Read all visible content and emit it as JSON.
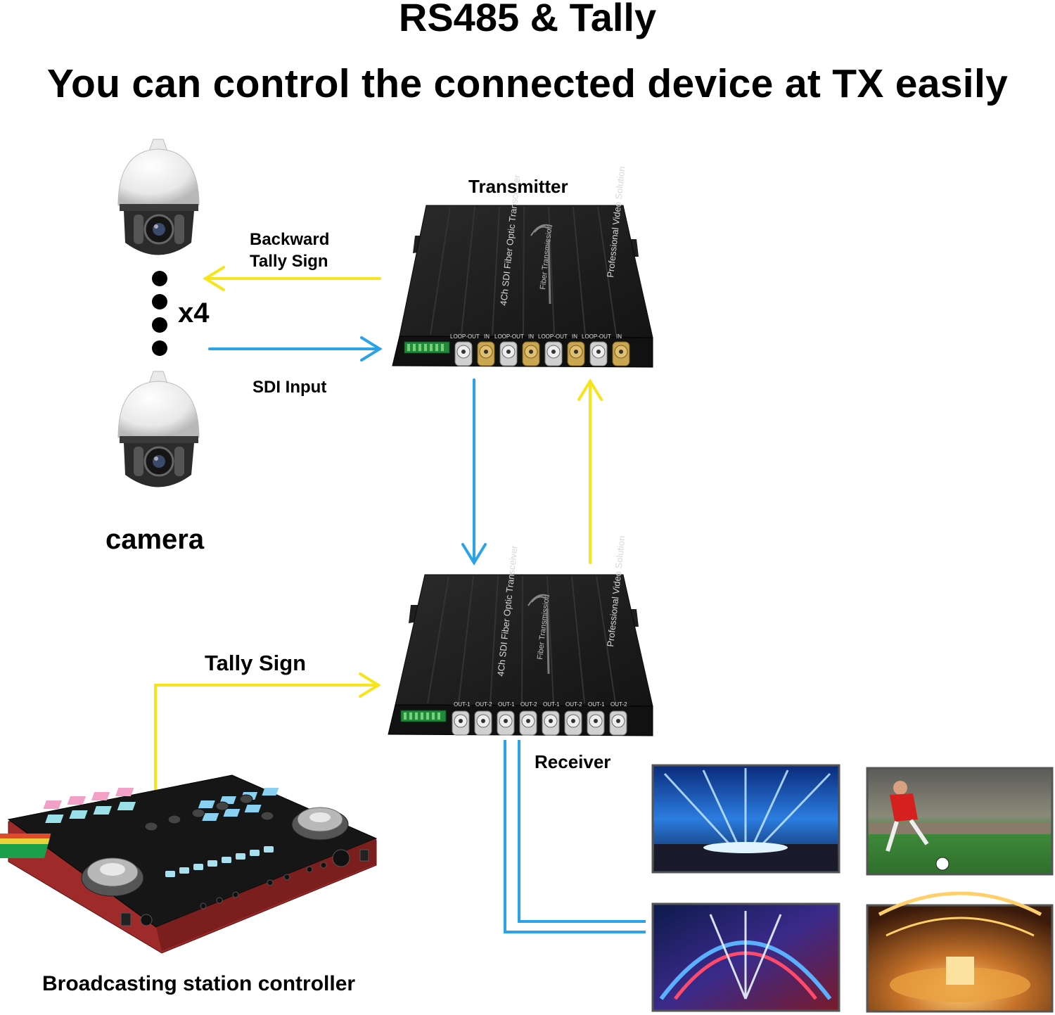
{
  "title": "RS485 & Tally",
  "subtitle": "You can control the connected device at TX easily",
  "labels": {
    "transmitter": "Transmitter",
    "receiver": "Receiver",
    "backward_tally_line1": "Backward",
    "backward_tally_line2": "Tally Sign",
    "sdi_input": "SDI Input",
    "multiplier": "x4",
    "camera": "camera",
    "tally_sign": "Tally Sign",
    "controller": "Broadcasting station controller"
  },
  "device_text": {
    "model": "4Ch SDI Fiber Optic Transceiver",
    "fiber": "Fiber Transmission",
    "brand": "Professional Video Solution"
  },
  "tx_ports": [
    "LOOP-OUT",
    "IN",
    "LOOP-OUT",
    "IN",
    "LOOP-OUT",
    "IN",
    "LOOP-OUT",
    "IN"
  ],
  "rx_ports": [
    "OUT-1",
    "OUT-2",
    "OUT-1",
    "OUT-2",
    "OUT-1",
    "OUT-2",
    "OUT-1",
    "OUT-2"
  ],
  "colors": {
    "tally_arrow": "#f7e51b",
    "video_arrow": "#2aa3e8",
    "device_body": "#1b1b1b",
    "gold_port": "#c9a650",
    "silver_port": "#c8c8c8",
    "controller_red": "#9e2a2a"
  }
}
